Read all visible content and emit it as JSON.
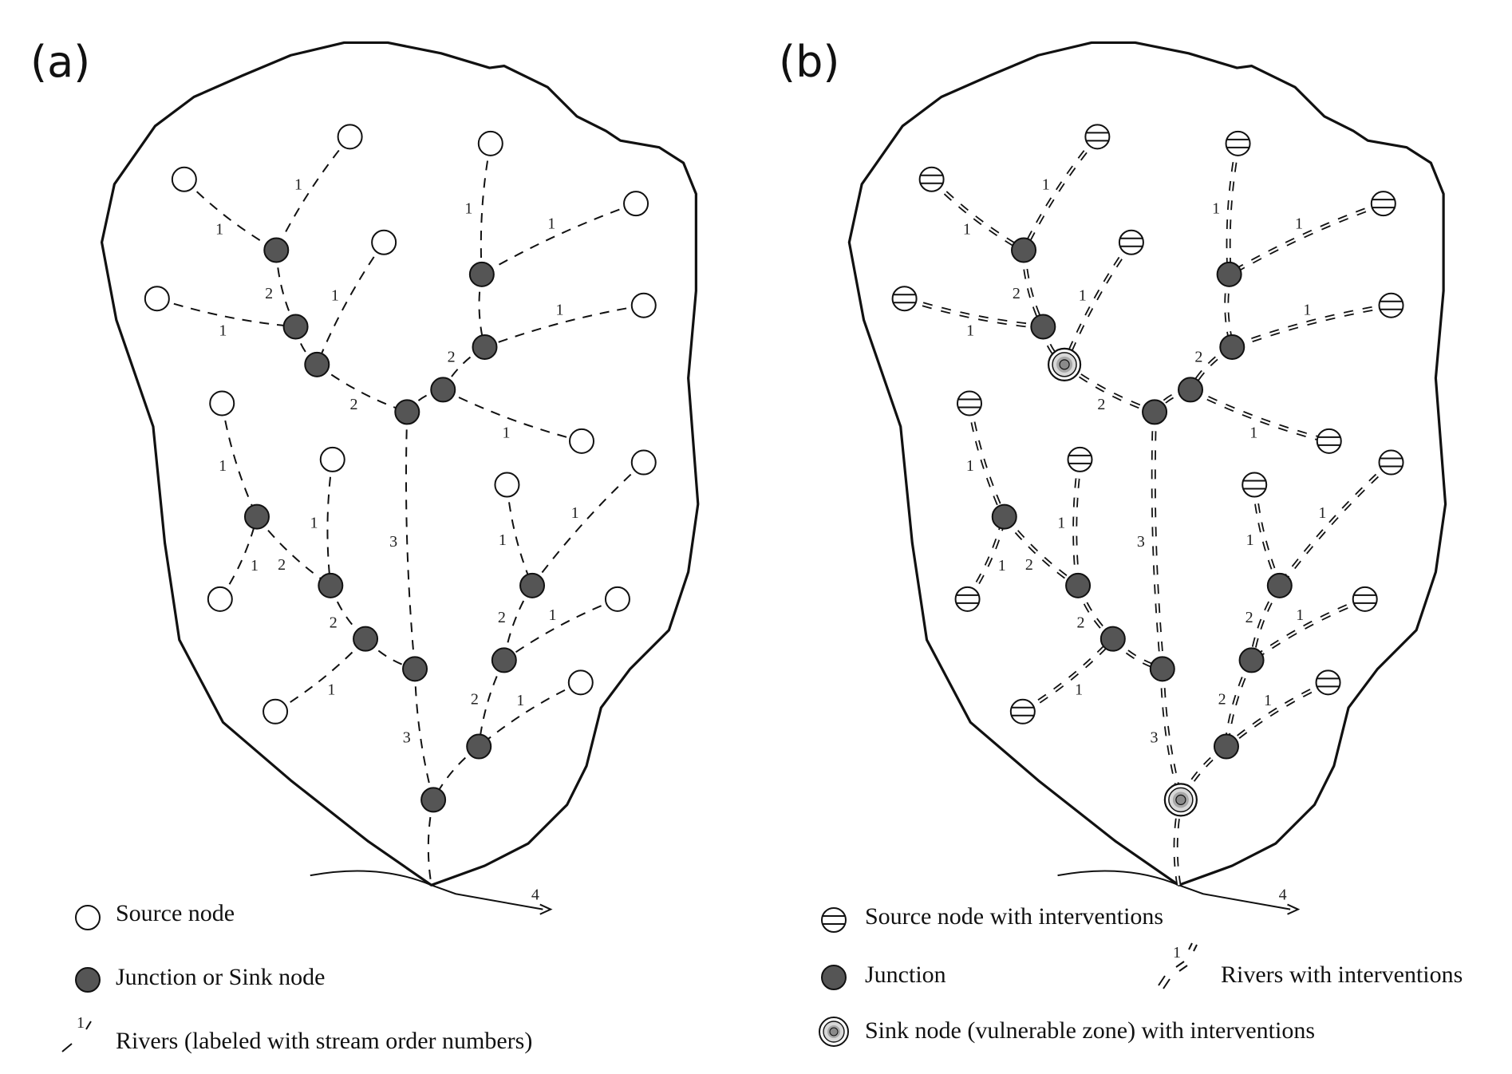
{
  "panels": [
    {
      "id": "a",
      "label": "(a)",
      "variant": "baseline",
      "legend": {
        "source": "Source node",
        "junction": "Junction or Sink node",
        "river": "Rivers (labeled with stream order numbers)",
        "river_sample_order": "1"
      }
    },
    {
      "id": "b",
      "label": "(b)",
      "variant": "interventions",
      "legend": {
        "source": "Source node with interventions",
        "junction": "Junction",
        "river": "Rivers with interventions",
        "sink": "Sink node (vulnerable zone) with interventions",
        "river_sample_order": "1"
      }
    }
  ],
  "outlet_order": "4",
  "colors": {
    "stroke": "#111111",
    "junction_fill": "#555555",
    "source_fill": "#ffffff",
    "sink_outer": "#d8d8d8",
    "sink_mid": "#a8a8a8",
    "sink_inner": "#8a8a8a"
  },
  "network": {
    "sources": [
      "s1",
      "s2",
      "s3",
      "s4",
      "s5",
      "s6",
      "s7",
      "s8",
      "s9",
      "s10",
      "s11",
      "s12",
      "s13",
      "s14",
      "s15",
      "s16"
    ],
    "junctions": [
      "j1",
      "j2",
      "j3",
      "j4",
      "j5",
      "j6",
      "j7",
      "j8",
      "j9",
      "j10",
      "j11",
      "j12",
      "j13",
      "j14",
      "j15"
    ],
    "sinks_in_b": [
      "j4",
      "j15"
    ],
    "rivers": [
      {
        "from": "s1",
        "to": "j1",
        "order": "1"
      },
      {
        "from": "s2",
        "to": "j1",
        "order": "1"
      },
      {
        "from": "j1",
        "to": "j3",
        "order": "2"
      },
      {
        "from": "s6",
        "to": "j3",
        "order": "1"
      },
      {
        "from": "j3",
        "to": "j4",
        "order": ""
      },
      {
        "from": "s5",
        "to": "j4",
        "order": "1"
      },
      {
        "from": "j4",
        "to": "j7",
        "order": "2"
      },
      {
        "from": "s3",
        "to": "j2",
        "order": "1"
      },
      {
        "from": "s4",
        "to": "j2",
        "order": "1"
      },
      {
        "from": "j2",
        "to": "j5",
        "order": ""
      },
      {
        "from": "s7",
        "to": "j5",
        "order": "1"
      },
      {
        "from": "j5",
        "to": "j6",
        "order": "2"
      },
      {
        "from": "j6",
        "to": "j7",
        "order": ""
      },
      {
        "from": "j6",
        "to": "s10",
        "order": "1"
      },
      {
        "from": "j7",
        "to": "j12",
        "order": "3"
      },
      {
        "from": "s8",
        "to": "j8",
        "order": "1"
      },
      {
        "from": "s13",
        "to": "j8",
        "order": "1"
      },
      {
        "from": "j8",
        "to": "j9",
        "order": "2"
      },
      {
        "from": "s9",
        "to": "j9",
        "order": "1"
      },
      {
        "from": "j9",
        "to": "j11",
        "order": "2"
      },
      {
        "from": "s15",
        "to": "j11",
        "order": "1"
      },
      {
        "from": "j11",
        "to": "j12",
        "order": ""
      },
      {
        "from": "s11",
        "to": "j10",
        "order": "1"
      },
      {
        "from": "s12",
        "to": "j10",
        "order": "1"
      },
      {
        "from": "j10",
        "to": "j13",
        "order": "2"
      },
      {
        "from": "s14",
        "to": "j13",
        "order": "1"
      },
      {
        "from": "j13",
        "to": "j14",
        "order": "2"
      },
      {
        "from": "s16",
        "to": "j14",
        "order": "1"
      },
      {
        "from": "j14",
        "to": "j15",
        "order": ""
      },
      {
        "from": "j12",
        "to": "j15",
        "order": "3"
      },
      {
        "from": "j15",
        "to": "outlet",
        "order": ""
      }
    ]
  }
}
